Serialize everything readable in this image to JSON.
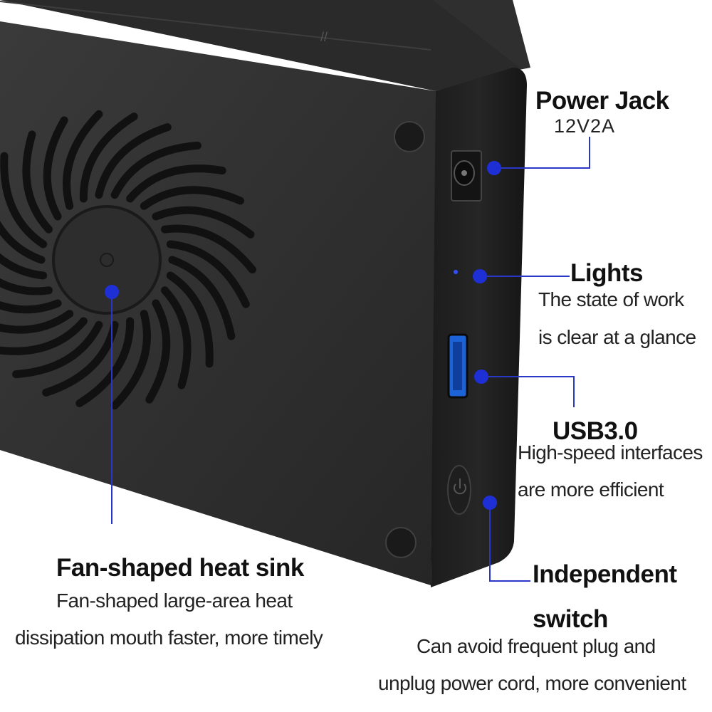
{
  "colors": {
    "background": "#ffffff",
    "device_body": "#2b2b2b",
    "device_face": "#333333",
    "callout": "#1f2fd6",
    "usb_port": "#1c63d8"
  },
  "callouts": {
    "power_jack": {
      "title": "Power Jack",
      "spec": "12V2A"
    },
    "lights": {
      "title": "Lights",
      "line1": "The state of work",
      "line2": "is clear at a glance"
    },
    "usb": {
      "title": "USB3.0",
      "line1": "High-speed interfaces",
      "line2": "are more efficient"
    },
    "fan": {
      "title": "Fan-shaped heat sink",
      "line1": "Fan-shaped large-area heat",
      "line2": "dissipation mouth faster, more timely"
    },
    "switch": {
      "title_line1": "Independent",
      "title_line2": "switch",
      "line1": "Can avoid frequent plug and",
      "line2": "unplug power cord, more convenient"
    }
  },
  "icons": [
    "fan-vent-icon",
    "power-jack-port",
    "indicator-light",
    "usb-port",
    "power-button-icon",
    "screw-foot"
  ]
}
